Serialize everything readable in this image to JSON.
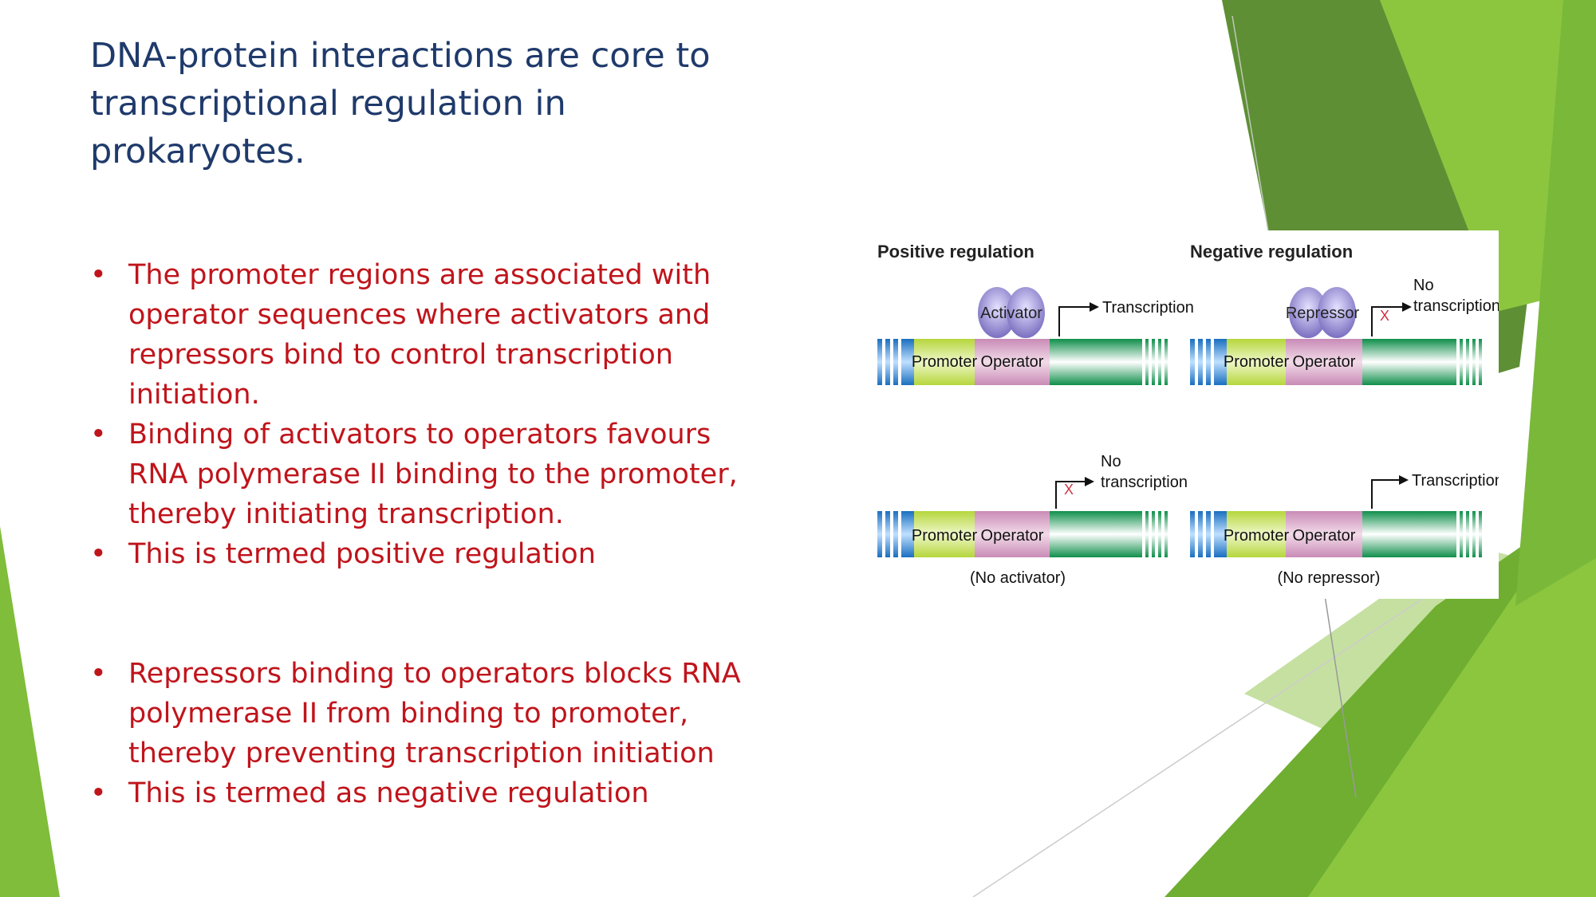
{
  "slide": {
    "title": "DNA-protein interactions are core to transcriptional regulation in prokaryotes.",
    "bullets_group_1": [
      "The promoter regions are associated with operator sequences where activators and repressors bind to control transcription initiation.",
      "Binding of activators to operators favours RNA polymerase II binding to the promoter, thereby initiating transcription.",
      "This is termed positive regulation"
    ],
    "bullets_group_2": [
      "Repressors binding to operators blocks RNA polymerase II from binding to promoter, thereby preventing transcription initiation",
      "This is termed as negative regulation"
    ]
  },
  "figure": {
    "positive_heading": "Positive regulation",
    "negative_heading": "Negative regulation",
    "promoter_label": "Promoter",
    "operator_label": "Operator",
    "activator_label": "Activator",
    "repressor_label": "Repressor",
    "transcription_label": "Transcription",
    "no_label": "No",
    "transcription_lower": "transcription",
    "no_activator_caption": "(No activator)",
    "no_repressor_caption": "(No repressor)",
    "block_mark": "X"
  },
  "colors": {
    "title": "#1f3a6b",
    "bullet_text": "#c0141b",
    "promoter": "#c8e05a",
    "operator": "#d9a8c8",
    "gene": "#1aa05a",
    "protein": "#8e84c8",
    "green_dark": "#4a7a2a",
    "green_light": "#8cc63f"
  }
}
